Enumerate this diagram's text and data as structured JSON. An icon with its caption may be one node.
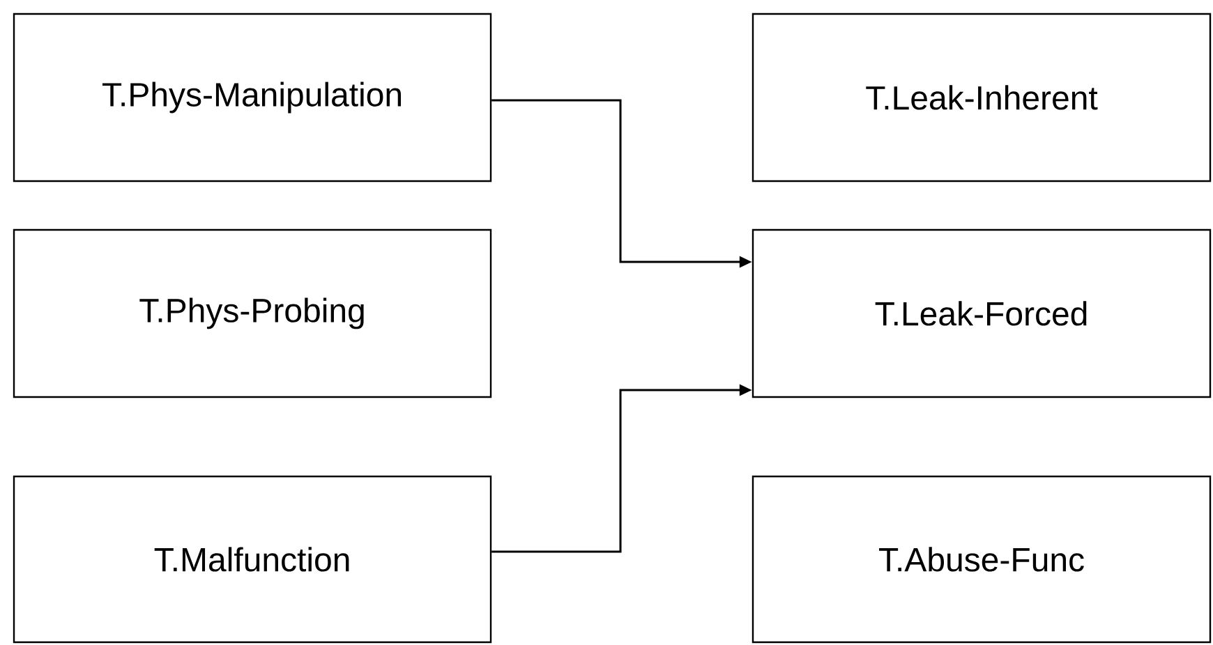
{
  "diagram": {
    "nodes": [
      {
        "text": [
          "T.Phys-Manipulation"
        ]
      },
      {
        "text": [
          "T.Leak-Inherent"
        ]
      },
      {
        "text": [
          "T.Phys-Probing"
        ]
      },
      {
        "text": [
          "T.Leak-Forced"
        ]
      },
      {
        "text": [
          "T.Malfunction"
        ]
      },
      {
        "text": [
          "T.Abuse-Func"
        ]
      }
    ],
    "edges": [
      {
        "from": 0,
        "to": 3,
        "arrow": "to"
      },
      {
        "from": 4,
        "to": 3,
        "arrow": "to"
      }
    ]
  }
}
